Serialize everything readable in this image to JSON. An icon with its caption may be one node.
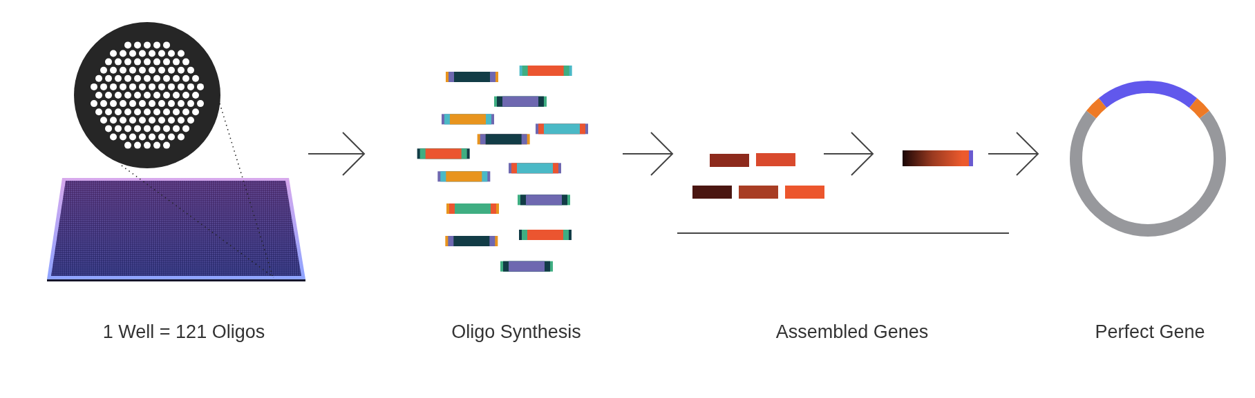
{
  "diagram": {
    "nodes": [
      {
        "text": [],
        "shape": "picture"
      },
      {
        "text": [],
        "shape": "picture"
      },
      {
        "text": [],
        "shape": "picture"
      },
      {
        "text": [],
        "shape": "bar"
      },
      {
        "text": [],
        "shape": "circle"
      }
    ],
    "edges": [
      {
        "from": 0,
        "to": 1,
        "arrow": "to"
      },
      {
        "from": 1,
        "to": 2,
        "arrow": "to"
      },
      {
        "from": 2,
        "to": 3,
        "arrow": "to"
      },
      {
        "from": 3,
        "to": 4,
        "arrow": "to"
      }
    ],
    "labels": [
      "1 Well = 121 Oligos",
      "Oligo Synthesis",
      "Assembled Genes",
      "Perfect Gene"
    ]
  }
}
